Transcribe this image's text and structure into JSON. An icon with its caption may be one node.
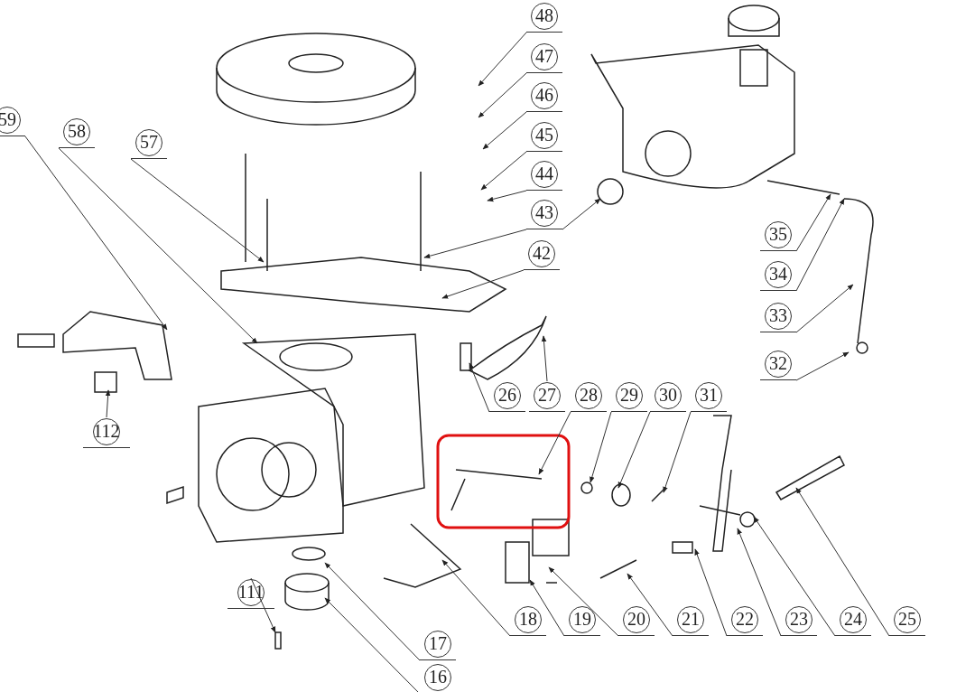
{
  "diagram": {
    "nodes": [
      {
        "text": [
          "48"
        ]
      },
      {
        "text": [
          "47"
        ]
      },
      {
        "text": [
          "46"
        ]
      },
      {
        "text": [
          "45"
        ]
      },
      {
        "text": [
          "44"
        ]
      },
      {
        "text": [
          "43"
        ]
      },
      {
        "text": [
          "42"
        ]
      },
      {
        "text": [
          "59"
        ]
      },
      {
        "text": [
          "58"
        ]
      },
      {
        "text": [
          "57"
        ]
      },
      {
        "text": [
          "35"
        ]
      },
      {
        "text": [
          "34"
        ]
      },
      {
        "text": [
          "33"
        ]
      },
      {
        "text": [
          "32"
        ]
      },
      {
        "text": [
          "26"
        ]
      },
      {
        "text": [
          "27"
        ]
      },
      {
        "text": [
          "28"
        ]
      },
      {
        "text": [
          "29"
        ]
      },
      {
        "text": [
          "30"
        ]
      },
      {
        "text": [
          "31"
        ]
      },
      {
        "text": [
          "112"
        ]
      },
      {
        "text": [
          "111"
        ]
      },
      {
        "text": [
          "17"
        ]
      },
      {
        "text": [
          "16"
        ]
      },
      {
        "text": [
          "18"
        ]
      },
      {
        "text": [
          "19"
        ]
      },
      {
        "text": [
          "20"
        ]
      },
      {
        "text": [
          "21"
        ]
      },
      {
        "text": [
          "22"
        ]
      },
      {
        "text": [
          "23"
        ]
      },
      {
        "text": [
          "24"
        ]
      },
      {
        "text": [
          "25"
        ]
      }
    ],
    "edges": [
      {
        "from": 0,
        "to": null,
        "arrow": "to"
      },
      {
        "from": 1,
        "to": null,
        "arrow": "to"
      },
      {
        "from": 2,
        "to": null,
        "arrow": "to"
      },
      {
        "from": 3,
        "to": null,
        "arrow": "to"
      },
      {
        "from": 4,
        "to": null,
        "arrow": "to"
      },
      {
        "from": 5,
        "to": null,
        "arrow": "to"
      },
      {
        "from": 5,
        "to": null,
        "arrow": "to"
      },
      {
        "from": 6,
        "to": null,
        "arrow": "to"
      },
      {
        "from": 7,
        "to": null,
        "arrow": "to"
      },
      {
        "from": 8,
        "to": null,
        "arrow": "to"
      },
      {
        "from": 9,
        "to": null,
        "arrow": "to"
      },
      {
        "from": 10,
        "to": null,
        "arrow": "to"
      },
      {
        "from": 11,
        "to": null,
        "arrow": "to"
      },
      {
        "from": 12,
        "to": null,
        "arrow": "to"
      },
      {
        "from": 13,
        "to": null,
        "arrow": "to"
      },
      {
        "from": 14,
        "to": null,
        "arrow": "to"
      },
      {
        "from": 15,
        "to": null,
        "arrow": "to"
      },
      {
        "from": 16,
        "to": null,
        "arrow": "to"
      },
      {
        "from": 17,
        "to": null,
        "arrow": "to"
      },
      {
        "from": 18,
        "to": null,
        "arrow": "to"
      },
      {
        "from": 19,
        "to": null,
        "arrow": "to"
      },
      {
        "from": 20,
        "to": null,
        "arrow": "to"
      },
      {
        "from": 21,
        "to": null,
        "arrow": "to"
      },
      {
        "from": 22,
        "to": null,
        "arrow": "to"
      },
      {
        "from": 23,
        "to": null,
        "arrow": "to"
      },
      {
        "from": 24,
        "to": null,
        "arrow": "to"
      },
      {
        "from": 25,
        "to": null,
        "arrow": "to"
      },
      {
        "from": 26,
        "to": null,
        "arrow": "to"
      },
      {
        "from": 27,
        "to": null,
        "arrow": "to"
      },
      {
        "from": 28,
        "to": null,
        "arrow": "to"
      },
      {
        "from": 29,
        "to": null,
        "arrow": "to"
      },
      {
        "from": 30,
        "to": null,
        "arrow": "to"
      },
      {
        "from": 31,
        "to": null,
        "arrow": "to"
      }
    ]
  }
}
